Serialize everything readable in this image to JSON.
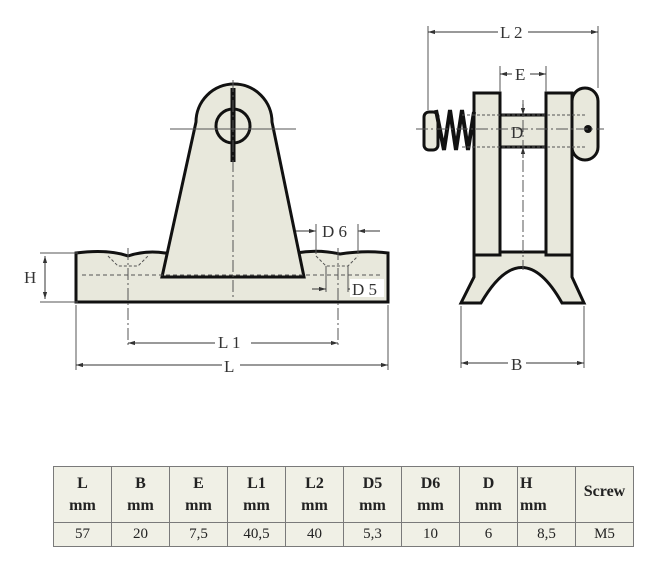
{
  "drawing": {
    "front_view": {
      "dim_H": "H",
      "dim_L1": "L 1",
      "dim_L": "L",
      "dim_D6": "D 6",
      "dim_D5": "D 5"
    },
    "side_view": {
      "dim_L2": "L 2",
      "dim_E": "E",
      "dim_D": "D",
      "dim_B": "B"
    },
    "colors": {
      "part_fill": "#e8e8dc",
      "outline": "#111111",
      "table_bg": "#f0f0e6"
    }
  },
  "table": {
    "headers": [
      {
        "name": "L",
        "unit": "mm"
      },
      {
        "name": "B",
        "unit": "mm"
      },
      {
        "name": "E",
        "unit": "mm"
      },
      {
        "name": "L1",
        "unit": "mm"
      },
      {
        "name": "L2",
        "unit": "mm"
      },
      {
        "name": "D5",
        "unit": "mm"
      },
      {
        "name": "D6",
        "unit": "mm"
      },
      {
        "name": "D",
        "unit": "mm"
      },
      {
        "name": "H",
        "unit": "mm"
      },
      {
        "name": "Screw",
        "unit": ""
      }
    ],
    "row": [
      "57",
      "20",
      "7,5",
      "40,5",
      "40",
      "5,3",
      "10",
      "6",
      "8,5",
      "M5"
    ]
  }
}
